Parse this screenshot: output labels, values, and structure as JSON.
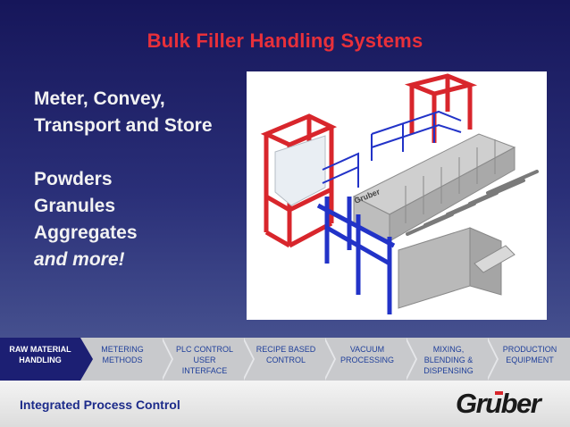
{
  "slide": {
    "title": "Bulk Filler Handling Systems",
    "bullets_group1": [
      "Meter, Convey,",
      "Transport and Store"
    ],
    "bullets_group2": [
      "Powders",
      "Granules",
      "Aggregates"
    ],
    "bullet_italic": "and more!"
  },
  "nav": {
    "items": [
      {
        "label": "RAW MATERIAL\nHANDLING",
        "active": true
      },
      {
        "label": "METERING\nMETHODS",
        "active": false
      },
      {
        "label": "PLC CONTROL\nUSER INTERFACE",
        "active": false
      },
      {
        "label": "RECIPE BASED\nCONTROL",
        "active": false
      },
      {
        "label": "VACUUM\nPROCESSING",
        "active": false
      },
      {
        "label": "MIXING,\nBLENDING &\nDISPENSING",
        "active": false
      },
      {
        "label": "PRODUCTION\nEQUIPMENT",
        "active": false
      }
    ]
  },
  "footer": {
    "text": "Integrated Process Control",
    "logo_text": "Gruber"
  },
  "figure": {
    "machine_label": "Gruber"
  },
  "colors": {
    "title": "#e8303a",
    "nav_active": "#1c1f73",
    "nav_text": "#1f3f9a",
    "footer_text": "#1c2b8a",
    "frame_red": "#d8262c",
    "frame_blue": "#2233c8"
  }
}
